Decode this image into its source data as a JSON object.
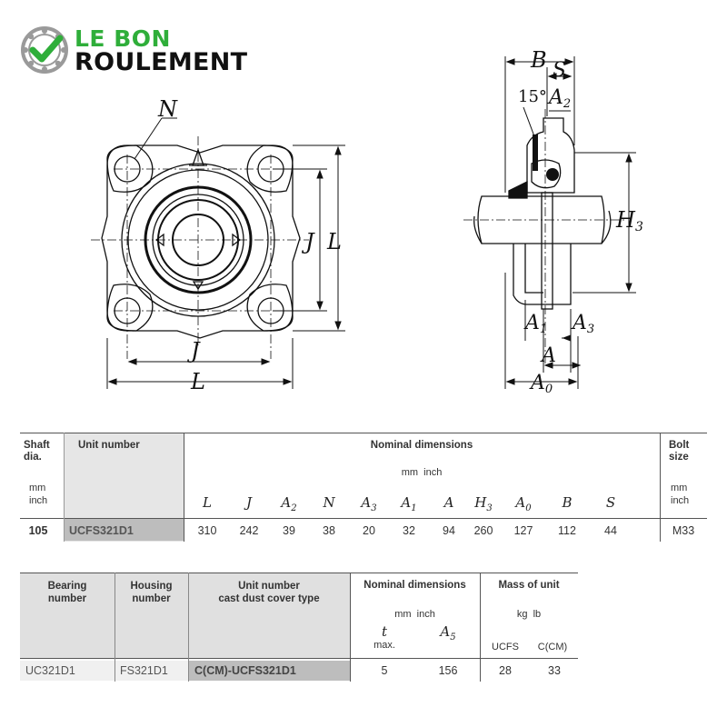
{
  "logo": {
    "line1": "LE BON",
    "line2": "ROULEMENT",
    "colors": {
      "green": "#2fae3a",
      "dark": "#111111"
    },
    "icon": "bearing-check-icon"
  },
  "drawing_labels": {
    "front": {
      "N": "N",
      "J_vertical": "J",
      "L_vertical": "L",
      "J_horizontal": "J",
      "L_horizontal": "L"
    },
    "side": {
      "B": "B",
      "S": "S",
      "angle": "15°",
      "A2": "A",
      "A2_sub": "2",
      "H3": "H",
      "H3_sub": "3",
      "A1": "A",
      "A1_sub": "1",
      "A3": "A",
      "A3_sub": "3",
      "A": "A",
      "A0": "A",
      "A0_sub": "0"
    }
  },
  "table1": {
    "shaft_header": [
      "Shaft",
      "dia."
    ],
    "shaft_units": [
      "mm",
      "inch"
    ],
    "unit_number_header": "Unit number",
    "nominal_header": "Nominal dimensions",
    "nominal_units": "mm  inch",
    "bolt_header": [
      "Bolt",
      "size"
    ],
    "bolt_units": [
      "mm",
      "inch"
    ],
    "columns": [
      {
        "main": "L",
        "sub": ""
      },
      {
        "main": "J",
        "sub": ""
      },
      {
        "main": "A",
        "sub": "2"
      },
      {
        "main": "N",
        "sub": ""
      },
      {
        "main": "A",
        "sub": "3"
      },
      {
        "main": "A",
        "sub": "1"
      },
      {
        "main": "A",
        "sub": ""
      },
      {
        "main": "H",
        "sub": "3"
      },
      {
        "main": "A",
        "sub": "0"
      },
      {
        "main": "B",
        "sub": ""
      },
      {
        "main": "S",
        "sub": ""
      }
    ],
    "row": {
      "shaft": "105",
      "unit": "UCFS321D1",
      "values": [
        "310",
        "242",
        "39",
        "38",
        "20",
        "32",
        "94",
        "260",
        "127",
        "112",
        "44"
      ],
      "bolt": "M33"
    }
  },
  "table2": {
    "bearing_header": [
      "Bearing",
      "number"
    ],
    "housing_header": [
      "Housing",
      "number"
    ],
    "unit_header": [
      "Unit number",
      "cast dust cover type"
    ],
    "nominal_header": "Nominal dimensions",
    "nominal_units": "mm  inch",
    "t_label": "t",
    "t_sub": "max.",
    "a5_label": "A",
    "a5_sub": "5",
    "mass_header": "Mass of unit",
    "mass_units": "kg  lb",
    "ucfs_label": "UCFS",
    "ccm_label": "C(CM)",
    "row": {
      "bearing": "UC321D1",
      "housing": "FS321D1",
      "unit": "C(CM)-UCFS321D1",
      "t": "5",
      "a5": "156",
      "mass_ucfs": "28",
      "mass_ccm": "33"
    }
  }
}
